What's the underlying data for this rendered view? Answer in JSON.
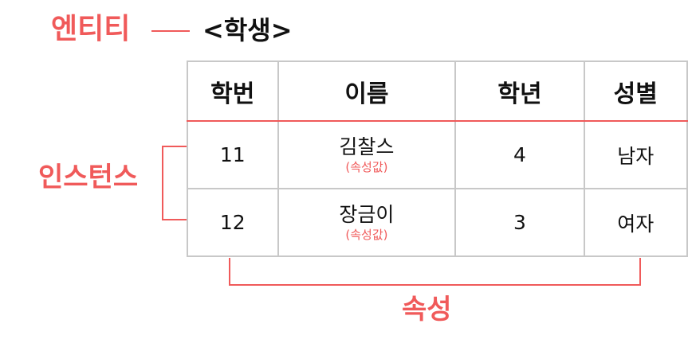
{
  "entity": {
    "label": "엔티티",
    "name": "<학생>"
  },
  "instance_label": "인스턴스",
  "attribute_label": "속성",
  "columns": [
    "학번",
    "이름",
    "학년",
    "성별"
  ],
  "rows": [
    {
      "id": "11",
      "name": "김찰스",
      "name_note": "(속성값)",
      "grade": "4",
      "gender": "남자"
    },
    {
      "id": "12",
      "name": "장금이",
      "name_note": "(속성값)",
      "grade": "3",
      "gender": "여자"
    }
  ],
  "colors": {
    "accent": "#f05a5a",
    "grid": "#c8c8c8",
    "text": "#111111"
  }
}
